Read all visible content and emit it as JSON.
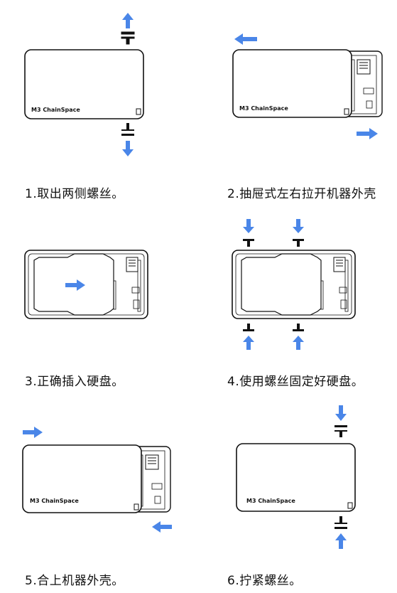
{
  "brand_label": "M3 ChainSpace",
  "accent_color": "#4a86e8",
  "steps": [
    {
      "caption": "1.取出两侧螺丝。"
    },
    {
      "caption": "2.抽屉式左右拉开机器外壳"
    },
    {
      "caption": "3.正确插入硬盘。"
    },
    {
      "caption": "4.使用螺丝固定好硬盘。"
    },
    {
      "caption": "5.合上机器外壳。"
    },
    {
      "caption": "6.拧紧螺丝。"
    }
  ]
}
